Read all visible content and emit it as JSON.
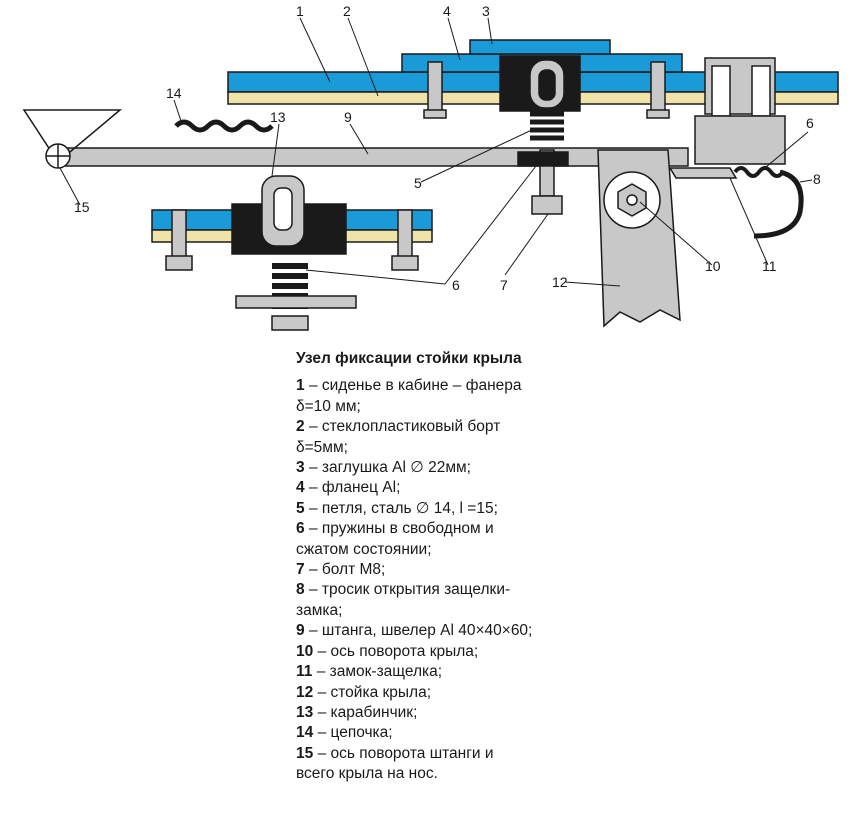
{
  "title": "Узел фиксации стойки крыла",
  "legend": [
    {
      "num": "1",
      "lines": [
        "– сиденье в кабине – фанера",
        "δ=10 мм;"
      ]
    },
    {
      "num": "2",
      "lines": [
        "– стеклопластиковый борт",
        "δ=5мм;"
      ]
    },
    {
      "num": "3",
      "lines": [
        "– заглушка Al ∅ 22мм;"
      ]
    },
    {
      "num": "4",
      "lines": [
        "– фланец Al;"
      ]
    },
    {
      "num": "5",
      "lines": [
        "– петля, сталь ∅ 14, l =15;"
      ]
    },
    {
      "num": "6",
      "lines": [
        "– пружины в свободном и",
        "сжатом состоянии;"
      ]
    },
    {
      "num": "7",
      "lines": [
        "– болт M8;"
      ]
    },
    {
      "num": "8",
      "lines": [
        "– тросик открытия защелки-",
        "замка;"
      ]
    },
    {
      "num": "9",
      "lines": [
        "– штанга, швелер Al 40×40×60;"
      ]
    },
    {
      "num": "10",
      "lines": [
        "– ось поворота крыла;"
      ]
    },
    {
      "num": "11",
      "lines": [
        "– замок-защелка;"
      ]
    },
    {
      "num": "12",
      "lines": [
        "– стойка крыла;"
      ]
    },
    {
      "num": "13",
      "lines": [
        "– карабинчик;"
      ]
    },
    {
      "num": "14",
      "lines": [
        "– цепочка;"
      ]
    },
    {
      "num": "15",
      "lines": [
        "– ось поворота штанги и",
        "всего крыла на нос."
      ]
    }
  ],
  "callouts": [
    "1",
    "2",
    "3",
    "4",
    "5",
    "6",
    "7",
    "8",
    "9",
    "10",
    "11",
    "12",
    "13",
    "14",
    "15",
    "6"
  ],
  "colors": {
    "plywood": "#1a9ad6",
    "fiberglass": "#efe3a8",
    "metal": "#c8c8c8",
    "metal_dark": "#3a3a3a",
    "outline": "#1a1a1a",
    "leader": "#1a1a1a"
  }
}
